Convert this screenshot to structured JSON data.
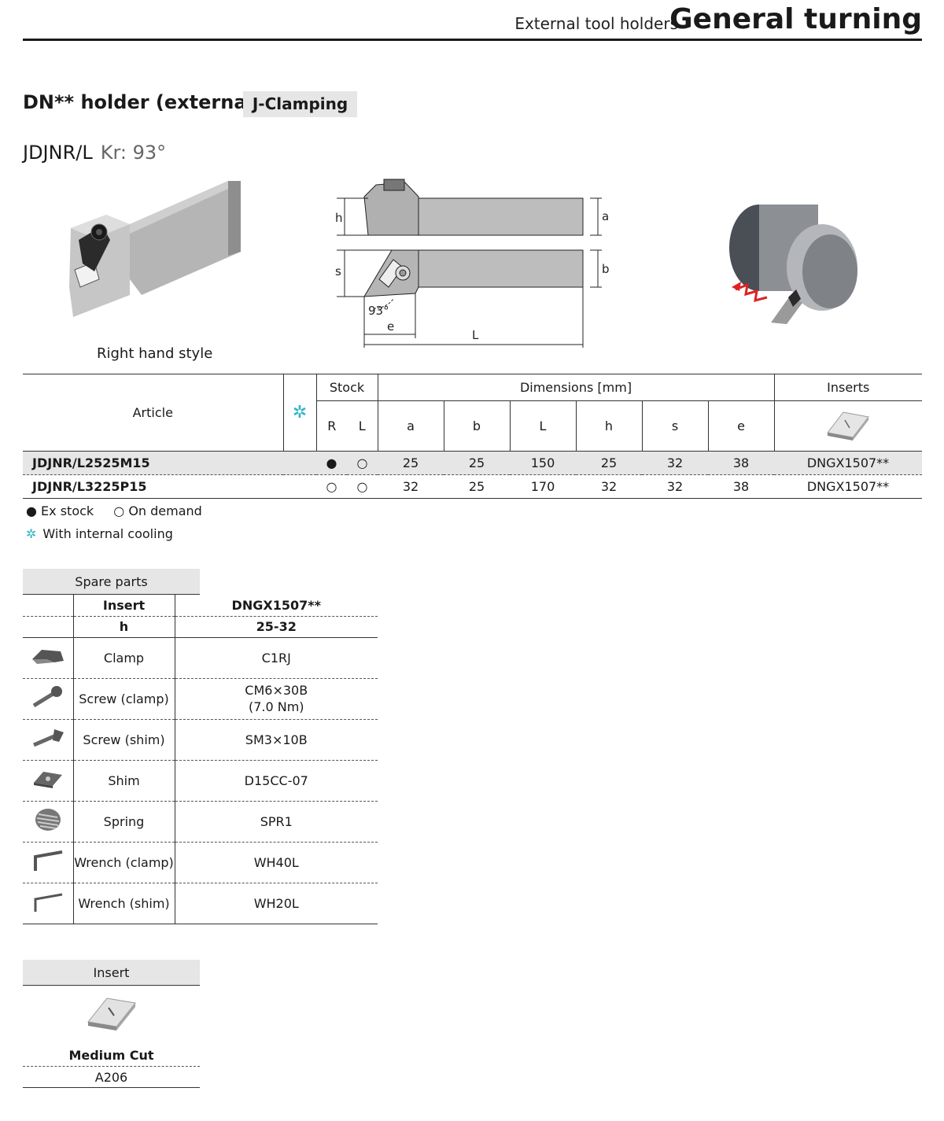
{
  "header": {
    "subtitle": "External tool holders",
    "title": "General turning"
  },
  "product": {
    "title": "DN** holder (external)",
    "clamping": "J-Clamping",
    "model": "JDJNR/L",
    "kr": "Kr: 93°"
  },
  "figures": {
    "caption": "Right hand style",
    "dims": {
      "h": "h",
      "a": "a",
      "s": "s",
      "b": "b",
      "angle": "93°",
      "e": "e",
      "L": "L"
    }
  },
  "table": {
    "article_label": "Article",
    "cooling_symbol": "✲",
    "stock_label": "Stock",
    "dimensions_label": "Dimensions [mm]",
    "inserts_label": "Inserts",
    "stock_cols": [
      "R",
      "L"
    ],
    "dim_cols": [
      "a",
      "b",
      "L",
      "h",
      "s",
      "e"
    ],
    "rows": [
      {
        "article": "JDJNR/L2525M15",
        "r": "●",
        "l": "○",
        "a": "25",
        "b": "25",
        "L": "150",
        "h": "25",
        "s": "32",
        "e": "38",
        "insert": "DNGX1507**"
      },
      {
        "article": "JDJNR/L3225P15",
        "r": "○",
        "l": "○",
        "a": "32",
        "b": "25",
        "L": "170",
        "h": "32",
        "s": "32",
        "e": "38",
        "insert": "DNGX1507**"
      }
    ]
  },
  "legend": {
    "ex_stock": "● Ex stock",
    "on_demand": "○ On demand",
    "cooling_symbol": "✲",
    "cooling": "With internal cooling"
  },
  "spare": {
    "title": "Spare parts",
    "insert_label": "Insert",
    "insert_value": "DNGX1507**",
    "h_label": "h",
    "h_value": "25-32",
    "parts": [
      {
        "name": "Clamp",
        "value": "C1RJ",
        "value2": "",
        "icon": "clamp-icon"
      },
      {
        "name": "Screw (clamp)",
        "value": "CM6×30B",
        "value2": "(7.0 Nm)",
        "icon": "screw-icon"
      },
      {
        "name": "Screw (shim)",
        "value": "SM3×10B",
        "value2": "",
        "icon": "countersunk-screw-icon"
      },
      {
        "name": "Shim",
        "value": "D15CC-07",
        "value2": "",
        "icon": "shim-icon"
      },
      {
        "name": "Spring",
        "value": "SPR1",
        "value2": "",
        "icon": "spring-icon"
      },
      {
        "name": "Wrench (clamp)",
        "value": "WH40L",
        "value2": "",
        "icon": "wrench-icon"
      },
      {
        "name": "Wrench (shim)",
        "value": "WH20L",
        "value2": "",
        "icon": "wrench-icon"
      }
    ]
  },
  "insert": {
    "title": "Insert",
    "cut": "Medium Cut",
    "grade": "A206"
  }
}
